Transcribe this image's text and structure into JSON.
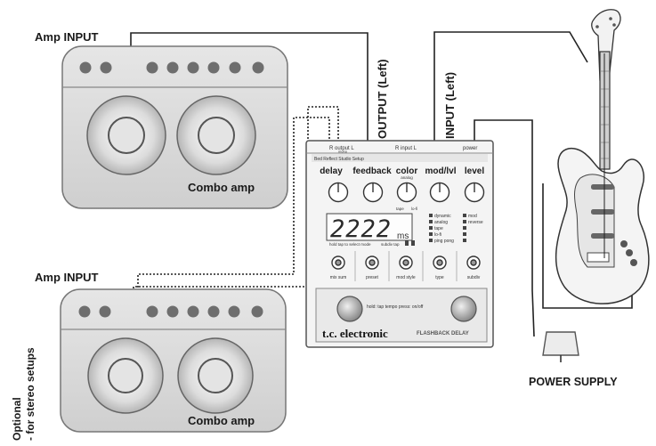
{
  "labels": {
    "amp_input_top": "Amp INPUT",
    "amp_input_bottom": "Amp INPUT",
    "combo_top": "Combo amp",
    "combo_bottom": "Combo amp",
    "output_left": "OUTPUT (Left)",
    "input_left": "INPUT (Left)",
    "power_supply": "POWER SUPPLY",
    "optional_line1": "Optional",
    "optional_line2": "- for stereo setups"
  },
  "pedal": {
    "jacks": [
      "R  output  L",
      "R  input  L",
      "power"
    ],
    "jack_sub": "mono",
    "banner": "Bed Reflect   Studio   Setup",
    "knob_labels": [
      "delay",
      "feedback",
      "color",
      "mod/lvl",
      "level"
    ],
    "color_sub": "analog",
    "color_ticks": [
      "tape",
      "lo-fi"
    ],
    "display": "2222",
    "display_unit": "ms",
    "display_left_text": "hold tap to select mode",
    "display_right_text": "subdiv  tap",
    "switch_labels": [
      "dynamic",
      "analog",
      "tape",
      "lo-fi",
      "ping pong",
      "mod",
      "reverse"
    ],
    "jack_labels": [
      "mix sum",
      "preset",
      "mod style",
      "type",
      "subdiv"
    ],
    "footswitch_text": "hold: tap tempo  press: on/off",
    "brand": "t.c. electronic",
    "product": "FLASHBACK DELAY"
  },
  "colors": {
    "amp_body": "#dcdcdc",
    "amp_panel": "#e8e8e8",
    "cable_solid": "#222222",
    "cable_dotted": "#333333",
    "guitar_body": "#f2f2f2"
  }
}
